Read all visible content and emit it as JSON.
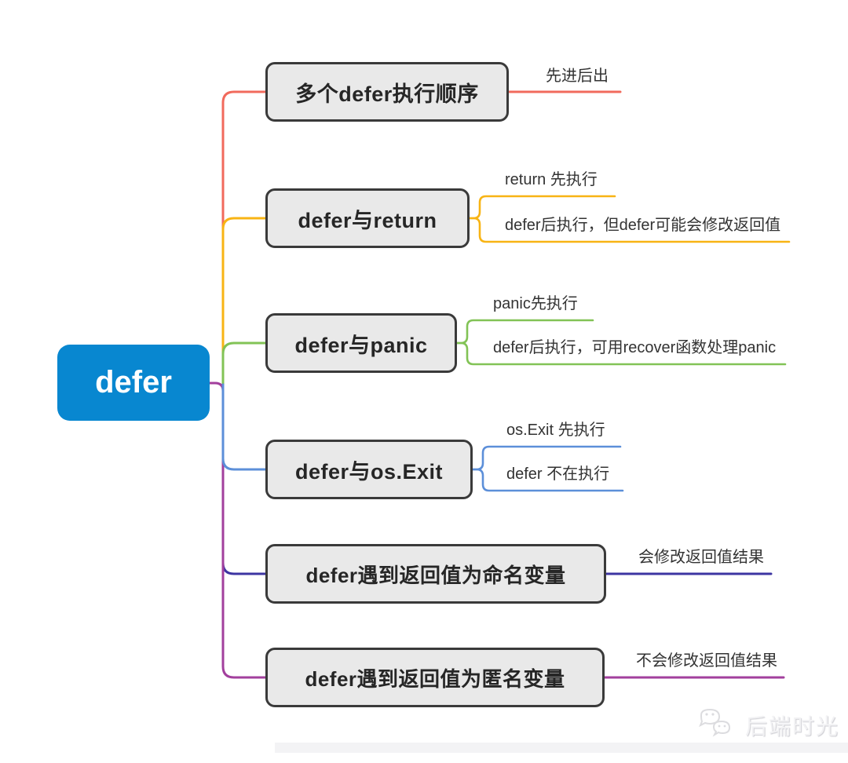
{
  "root": {
    "label": "defer",
    "color": "#0887d0"
  },
  "branches": [
    {
      "label": "多个defer执行顺序",
      "color": "#f16a5c",
      "children": [
        {
          "label": "先进后出"
        }
      ]
    },
    {
      "label": "defer与return",
      "color": "#f8b414",
      "children": [
        {
          "label": "return 先执行"
        },
        {
          "label": "defer后执行，但defer可能会修改返回值"
        }
      ]
    },
    {
      "label": "defer与panic",
      "color": "#82c356",
      "children": [
        {
          "label": "panic先执行"
        },
        {
          "label": "defer后执行，可用recover函数处理panic"
        }
      ]
    },
    {
      "label": "defer与os.Exit",
      "color": "#5c8fd9",
      "children": [
        {
          "label": "os.Exit 先执行"
        },
        {
          "label": "defer 不在执行"
        }
      ]
    },
    {
      "label": "defer遇到返回值为命名变量",
      "color": "#3d35a2",
      "children": [
        {
          "label": "会修改返回值结果"
        }
      ]
    },
    {
      "label": "defer遇到返回值为匿名变量",
      "color": "#a23f9d",
      "children": [
        {
          "label": "不会修改返回值结果"
        }
      ]
    }
  ],
  "watermark": {
    "label": "后端时光",
    "icon": "wechat-icon",
    "color": "#d9d9dc"
  }
}
